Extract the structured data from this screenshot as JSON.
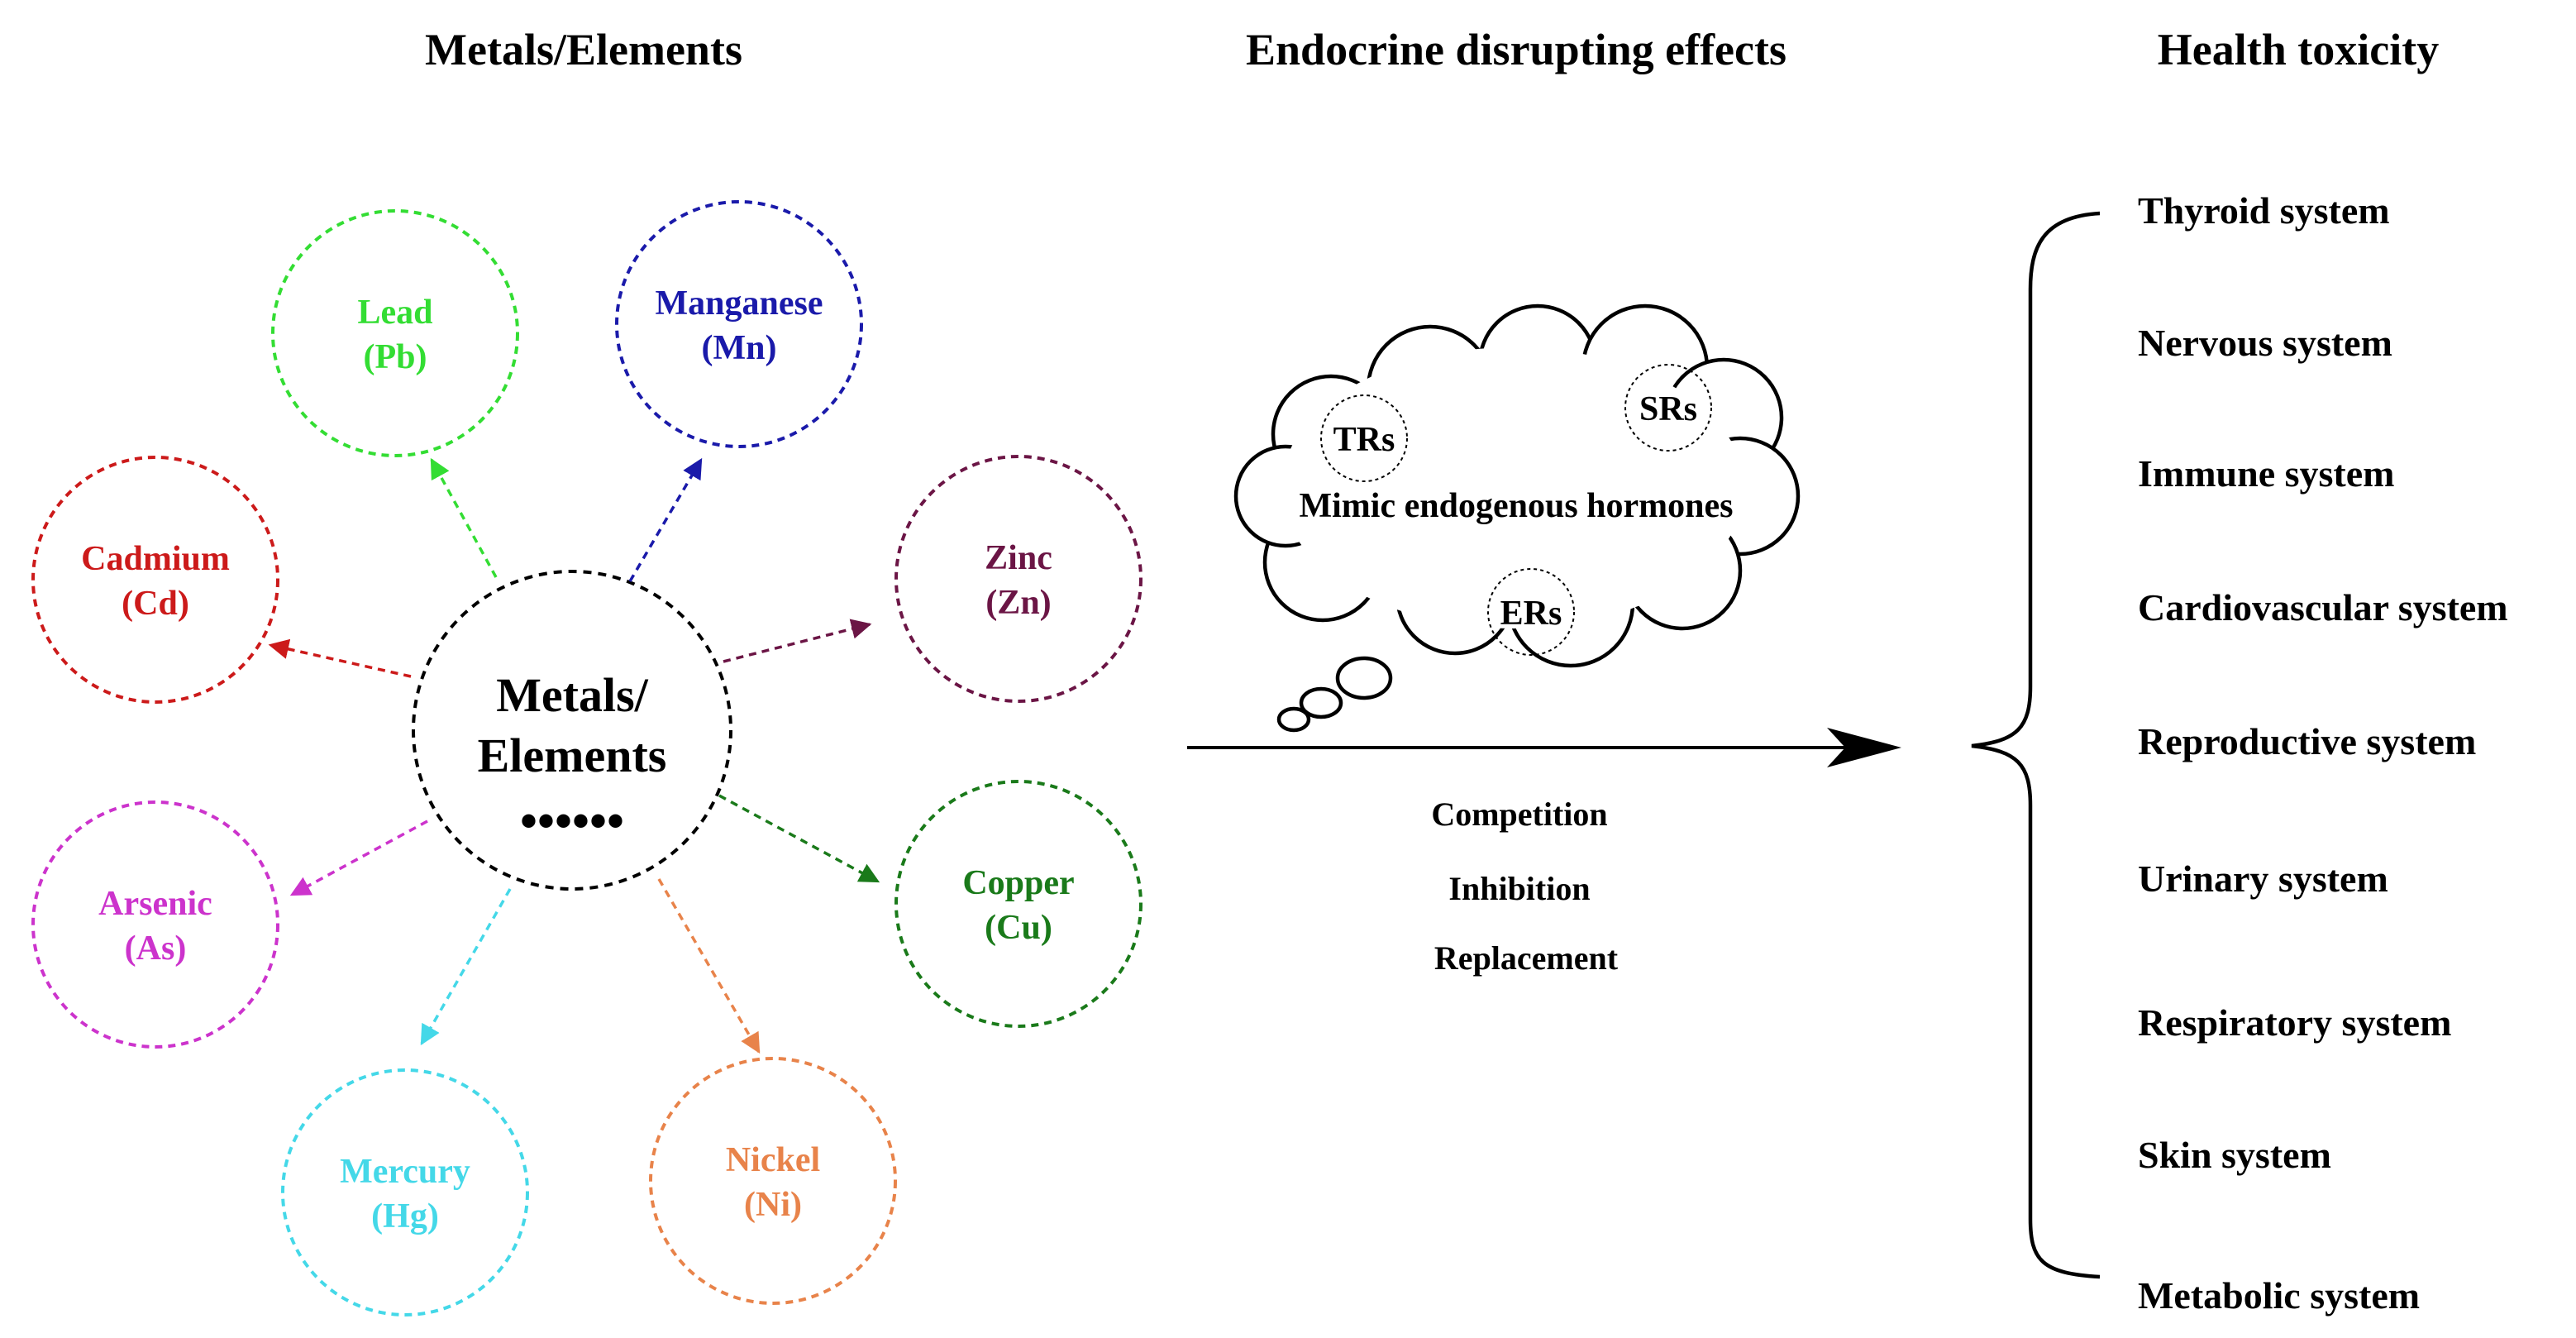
{
  "headers": {
    "left": "Metals/Elements",
    "middle": "Endocrine disrupting effects",
    "right": "Health toxicity"
  },
  "center": {
    "line1": "Metals/",
    "line2": "Elements",
    "dots": "••••••"
  },
  "elements": [
    {
      "key": "lead",
      "name": "Lead",
      "symbol": "(Pb)",
      "color": "#33dd33"
    },
    {
      "key": "manganese",
      "name": "Manganese",
      "symbol": "(Mn)",
      "color": "#1a1aaa"
    },
    {
      "key": "zinc",
      "name": "Zinc",
      "symbol": "(Zn)",
      "color": "#6b1545"
    },
    {
      "key": "copper",
      "name": "Copper",
      "symbol": "(Cu)",
      "color": "#1a7a1a"
    },
    {
      "key": "nickel",
      "name": "Nickel",
      "symbol": "(Ni)",
      "color": "#e8834a"
    },
    {
      "key": "mercury",
      "name": "Mercury",
      "symbol": "(Hg)",
      "color": "#44d8e8"
    },
    {
      "key": "arsenic",
      "name": "Arsenic",
      "symbol": "(As)",
      "color": "#cc33cc"
    },
    {
      "key": "cadmium",
      "name": "Cadmium",
      "symbol": "(Cd)",
      "color": "#cc1a1a"
    }
  ],
  "cloud": {
    "text": "Mimic endogenous hormones",
    "receptors": [
      "TRs",
      "SRs",
      "ERs"
    ]
  },
  "mechanisms": [
    "Competition",
    "Inhibition",
    "Replacement"
  ],
  "systems": [
    "Thyroid system",
    "Nervous system",
    "Immune system",
    "Cardiovascular system",
    "Reproductive system",
    "Urinary system",
    "Respiratory system",
    "Skin system",
    "Metabolic system"
  ]
}
